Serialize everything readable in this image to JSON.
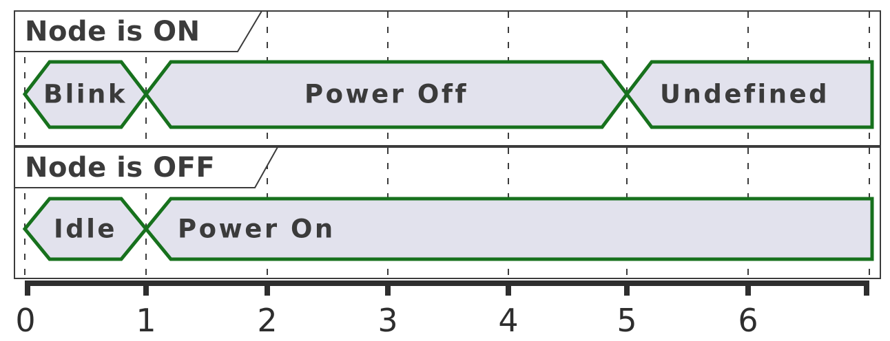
{
  "diagram": {
    "type": "timing-diagram",
    "background_color": "#ffffff",
    "signal_edge_color": "#17711d",
    "signal_fill_color": "#e2e2ed",
    "frame_color": "#3b3b3b",
    "text_color": "#3b3b3b",
    "axis_color": "#2e2e2e"
  },
  "rows": [
    {
      "name": "node-on",
      "label": "Node is ON",
      "segments": [
        {
          "name": "blink",
          "label": "Blink",
          "start": 0,
          "end": 1,
          "shape": "hexagon",
          "align": "center"
        },
        {
          "name": "power-off",
          "label": "Power Off",
          "start": 1,
          "end": 5,
          "shape": "hexagon",
          "align": "center"
        },
        {
          "name": "undefined",
          "label": "Undefined",
          "start": 5,
          "end": 7,
          "shape": "hexagon-open-right",
          "align": "left"
        }
      ]
    },
    {
      "name": "node-off",
      "label": "Node is OFF",
      "segments": [
        {
          "name": "idle",
          "label": "Idle",
          "start": 0,
          "end": 1,
          "shape": "hexagon",
          "align": "center"
        },
        {
          "name": "power-on",
          "label": "Power On",
          "start": 1,
          "end": 7,
          "shape": "hexagon-open-right",
          "align": "left"
        }
      ]
    }
  ],
  "axis": {
    "name": "time-axis",
    "ticks": [
      {
        "value": 0,
        "label": "0"
      },
      {
        "value": 1,
        "label": "1"
      },
      {
        "value": 2,
        "label": "2"
      },
      {
        "value": 3,
        "label": "3"
      },
      {
        "value": 4,
        "label": "4"
      },
      {
        "value": 5,
        "label": "5"
      },
      {
        "value": 6,
        "label": "6"
      }
    ],
    "min": 0,
    "max": 7,
    "unlabeled_end_tick": true
  },
  "gridlines": {
    "values": [
      0,
      1,
      2,
      3,
      4,
      5,
      6,
      7
    ],
    "style": "dashed"
  },
  "labels": {
    "row0_title": "Node is ON",
    "row1_title": "Node is OFF",
    "blink": "Blink",
    "power_off": "Power Off",
    "undefined": "Undefined",
    "idle": "Idle",
    "power_on": "Power On",
    "tick0": "0",
    "tick1": "1",
    "tick2": "2",
    "tick3": "3",
    "tick4": "4",
    "tick5": "5",
    "tick6": "6"
  }
}
